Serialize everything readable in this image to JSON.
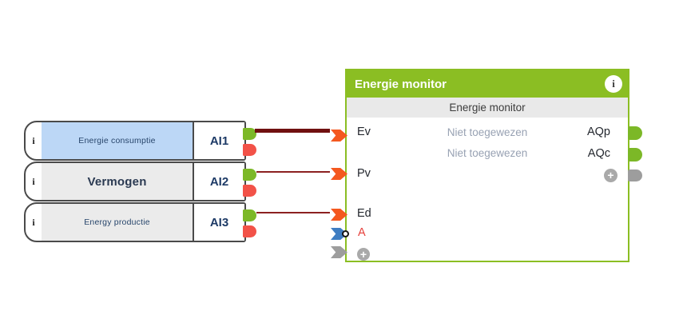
{
  "input_blocks": [
    {
      "icon": "i",
      "label": "Energie consumptie",
      "port": "AI1",
      "selected": true
    },
    {
      "icon": "i",
      "label": "Vermogen",
      "port": "AI2",
      "selected": false
    },
    {
      "icon": "i",
      "label": "Energy productie",
      "port": "AI3",
      "selected": false
    }
  ],
  "block": {
    "title": "Energie monitor",
    "info_icon": "i",
    "subtitle": "Energie monitor",
    "inputs": {
      "ev": "Ev",
      "pv": "Pv",
      "ed": "Ed",
      "a": "A"
    },
    "outputs": [
      {
        "status": "Niet toegewezen",
        "label": "AQp"
      },
      {
        "status": "Niet toegewezen",
        "label": "AQc"
      }
    ],
    "add_output": "+",
    "add_input": "+"
  },
  "colors": {
    "block_green": "#8bbe23",
    "selection_blue": "#bcd7f6",
    "wire_red": "#8c2121",
    "wire_red_selected": "#701010",
    "port_green": "#7cb827",
    "port_red": "#f25248",
    "port_orange": "#f4581f",
    "port_blue": "#3e7dc2",
    "port_gray": "#9d9d9d"
  }
}
